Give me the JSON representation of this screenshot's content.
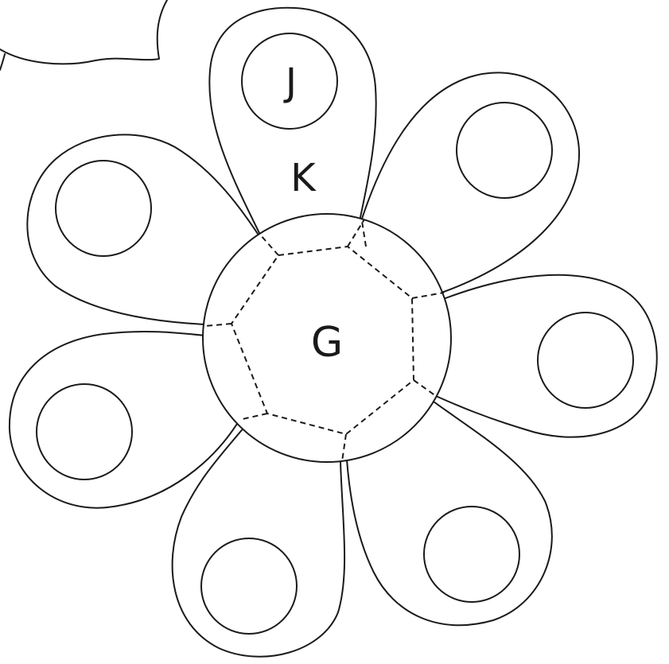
{
  "diagram": {
    "center_label": "G",
    "petal_labels": [
      "J",
      "",
      "",
      "",
      "",
      "",
      ""
    ],
    "petal_inner_label": "K",
    "petal_count": 7,
    "stroke_color": "#1a1a1a",
    "background": "#ffffff"
  }
}
